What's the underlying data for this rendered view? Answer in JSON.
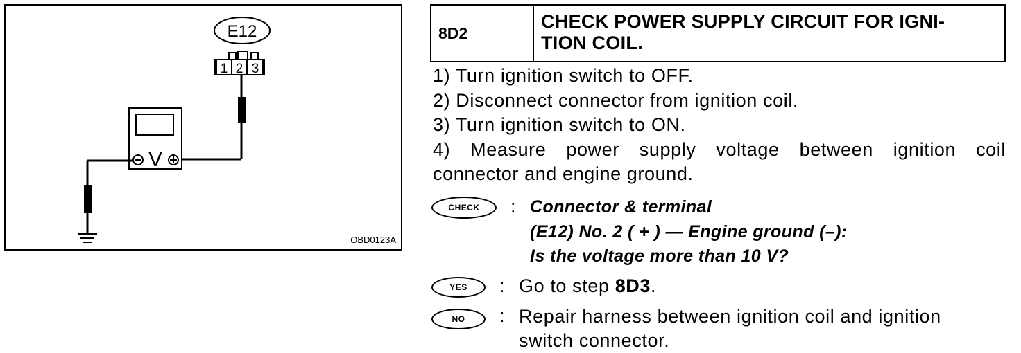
{
  "diagram": {
    "connector_id": "E12",
    "pins": [
      "1",
      "2",
      "3"
    ],
    "meter_label": "V",
    "figure_code": "OBD0123A"
  },
  "step": {
    "number": "8D2",
    "title_line1": "CHECK POWER SUPPLY CIRCUIT FOR IGNI-",
    "title_line2": "TION COIL."
  },
  "procedure": [
    "1) Turn ignition switch to OFF.",
    "2) Disconnect connector from ignition coil.",
    "3) Turn ignition switch to ON.",
    "4) Measure power supply voltage between ignition coil",
    "connector and engine ground."
  ],
  "check": {
    "badge": "CHECK",
    "colon": ":",
    "line1": "Connector & terminal",
    "line2": "(E12) No. 2 ( + ) — Engine ground (–):",
    "line3": "Is the voltage more than 10 V?"
  },
  "yes": {
    "badge": "YES",
    "colon": ":",
    "text_prefix": "Go to step ",
    "step_ref": "8D3",
    "text_suffix": "."
  },
  "no": {
    "badge": "NO",
    "colon": ":",
    "line1": "Repair harness between ignition coil and ignition",
    "line2": "switch connector."
  }
}
